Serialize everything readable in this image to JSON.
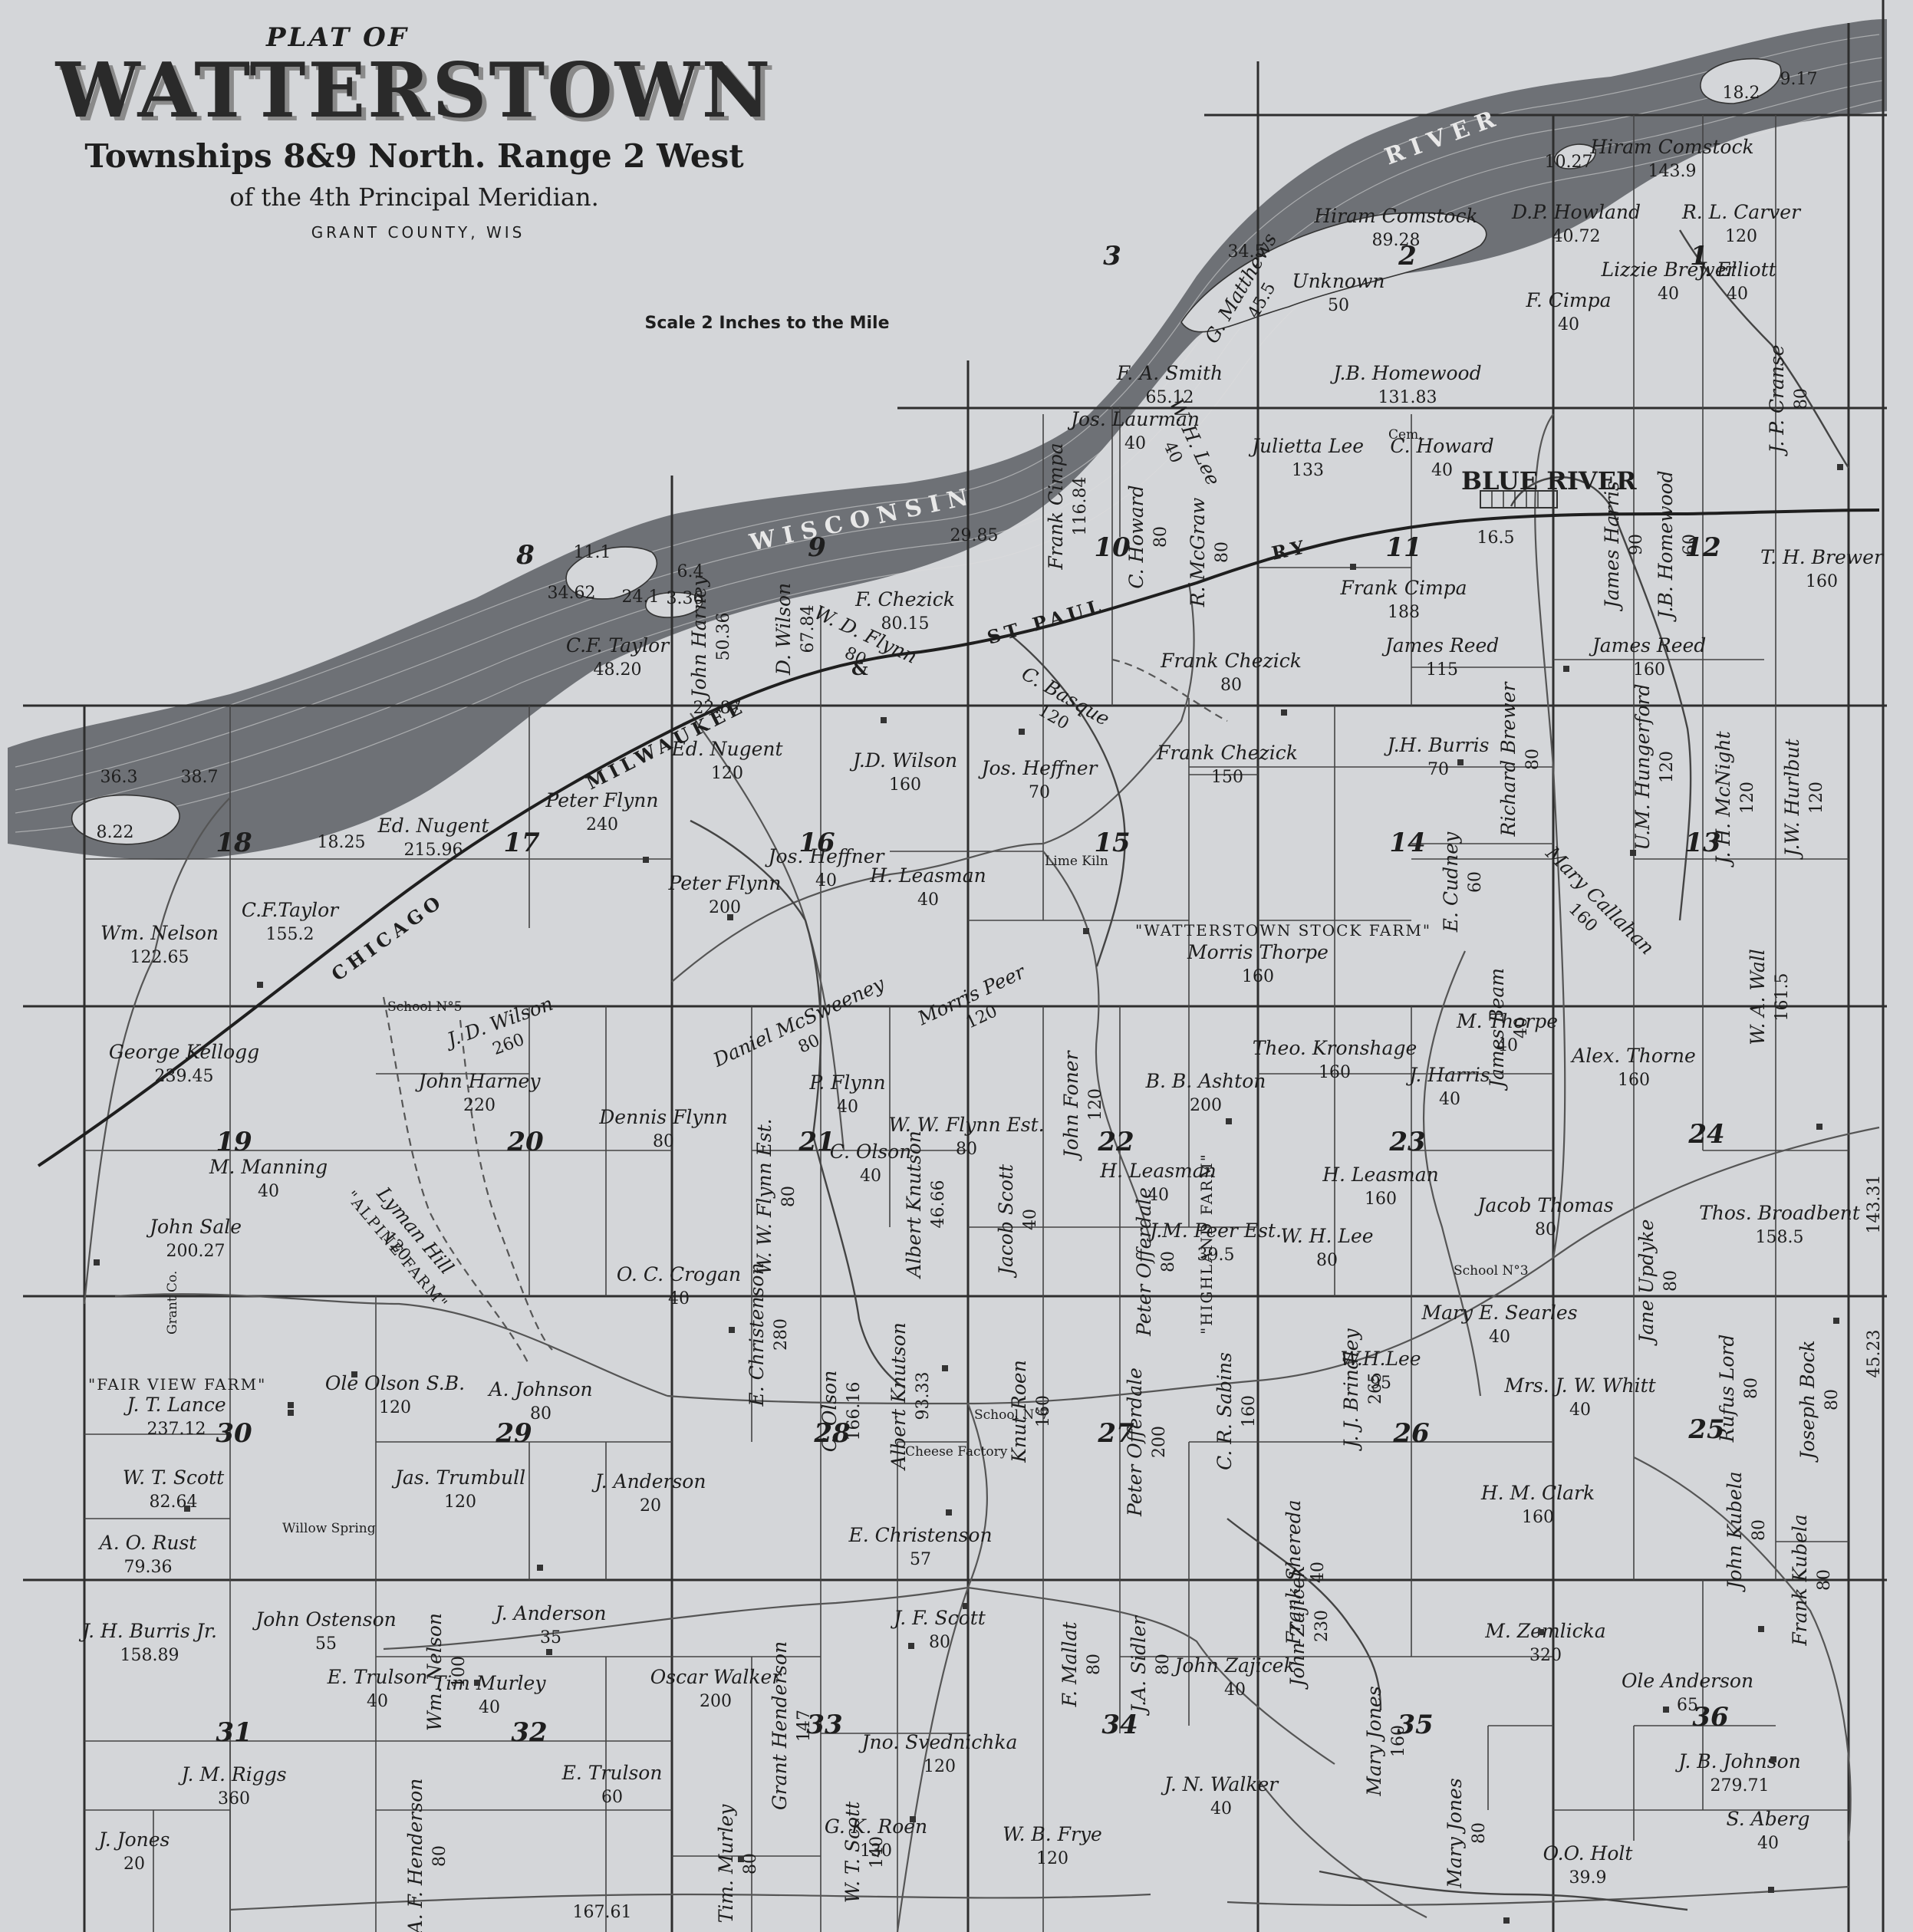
{
  "title": {
    "plat": "PLAT OF",
    "name": "WATTERSTOWN",
    "townships": "Townships 8&9 North. Range 2 West",
    "meridian": "of the 4th Principal Meridian.",
    "county": "GRANT COUNTY, WIS",
    "scale": "Scale 2 Inches to the Mile"
  },
  "features": {
    "river_word": "RIVER",
    "wisconsin_word": "WISCONSIN",
    "blue_river": "BLUE RIVER",
    "railroad_chicago": "CHICAGO",
    "railroad_milwaukee": "MILWAUKEE",
    "railroad_st_paul": "ST PAUL",
    "railroad_ry": "RY",
    "rail_and": "&",
    "watterstown_stock_farm": "\"WATTERSTOWN STOCK FARM\"",
    "alpine_farm": "\"ALPINE FARM\"",
    "highland_farm": "\"HIGHLAND FARM\"",
    "fair_view_farm": "\"FAIR VIEW FARM\"",
    "school_5": "School N°5",
    "school_3": "School N°3",
    "school_7": "School N°7",
    "cheese_factory": "Cheese Factory",
    "lime_kiln": "Lime Kiln",
    "willow_spring": "Willow Spring",
    "cem": "Cem.",
    "grant_co": "Grant Co."
  },
  "sections": [
    "1",
    "2",
    "3",
    "8",
    "9",
    "10",
    "11",
    "12",
    "13",
    "14",
    "15",
    "16",
    "17",
    "18",
    "19",
    "20",
    "21",
    "22",
    "23",
    "24",
    "25",
    "26",
    "27",
    "28",
    "29",
    "30",
    "31",
    "32",
    "33",
    "34",
    "35",
    "36"
  ],
  "parcels": [
    {
      "owner": "Hiram Comstock",
      "acres": "143.9"
    },
    {
      "owner": "R. L. Carver",
      "acres": "120"
    },
    {
      "owner": "J. Elliott",
      "acres": "40"
    },
    {
      "owner": "Lizzie Brewer",
      "acres": "40"
    },
    {
      "owner": "D.P. Howland",
      "acres": "40.72"
    },
    {
      "owner": "Hiram Comstock",
      "acres": "89.28"
    },
    {
      "owner": "G. Matthews",
      "acres": "45.5"
    },
    {
      "owner": "Unknown",
      "acres": "50"
    },
    {
      "owner": "F. Cimpa",
      "acres": "40"
    },
    {
      "owner": "J.B. Homewood",
      "acres": "131.83"
    },
    {
      "owner": "F. A. Smith",
      "acres": "65.12"
    },
    {
      "owner": "Jos. Laurman",
      "acres": "40"
    },
    {
      "owner": "W. H. Lee",
      "acres": "40"
    },
    {
      "owner": "Julietta Lee",
      "acres": "133"
    },
    {
      "owner": "C. Howard",
      "acres": "40"
    },
    {
      "owner": "Frank Cimpa",
      "acres": "116.84"
    },
    {
      "owner": "C. Howard",
      "acres": "80"
    },
    {
      "owner": "R. McGraw",
      "acres": "80"
    },
    {
      "owner": "Frank Cimpa",
      "acres": "188"
    },
    {
      "owner": "T. H. Brewer",
      "acres": "160"
    },
    {
      "owner": "J. P. Cranse",
      "acres": "80"
    },
    {
      "owner": "James Harris",
      "acres": "90"
    },
    {
      "owner": "J.B. Homewood",
      "acres": "60"
    },
    {
      "owner": "F. Chezick",
      "acres": "80.15"
    },
    {
      "owner": "D. Wilson",
      "acres": "67.84"
    },
    {
      "owner": "John Harney",
      "acres": "50.36"
    },
    {
      "owner": "C.F. Taylor",
      "acres": "48.20"
    },
    {
      "owner": "W. D. Flynn",
      "acres": "80"
    },
    {
      "owner": "C. Basque",
      "acres": "120"
    },
    {
      "owner": "Frank Chezick",
      "acres": "80"
    },
    {
      "owner": "James Reed",
      "acres": "115"
    },
    {
      "owner": "James Reed",
      "acres": "160"
    },
    {
      "owner": "Ed. Nugent",
      "acres": "120"
    },
    {
      "owner": "J.D. Wilson",
      "acres": "160"
    },
    {
      "owner": "Jos. Heffner",
      "acres": "70"
    },
    {
      "owner": "Frank Chezick",
      "acres": "150"
    },
    {
      "owner": "J.H. Burris",
      "acres": "70"
    },
    {
      "owner": "Richard Brewer",
      "acres": "80"
    },
    {
      "owner": "U.M. Hungerford",
      "acres": "120"
    },
    {
      "owner": "J. H. McNight",
      "acres": "120"
    },
    {
      "owner": "J.W. Hurlbut",
      "acres": "120"
    },
    {
      "owner": "Peter Flynn",
      "acres": "240"
    },
    {
      "owner": "Ed. Nugent",
      "acres": "215.96"
    },
    {
      "owner": "Jos. Heffner",
      "acres": "40"
    },
    {
      "owner": "H. Leasman",
      "acres": "40"
    },
    {
      "owner": "E. Cudney",
      "acres": "60"
    },
    {
      "owner": "Mary Callahan",
      "acres": "160"
    },
    {
      "owner": "Wm. Nelson",
      "acres": "122.65"
    },
    {
      "owner": "C.F.Taylor",
      "acres": "155.2"
    },
    {
      "owner": "Peter Flynn",
      "acres": "200"
    },
    {
      "owner": "Morris Thorpe",
      "acres": "160"
    },
    {
      "owner": "James Beam",
      "acres": "40"
    },
    {
      "owner": "W. A. Wall",
      "acres": "161.5"
    },
    {
      "owner": "J. D. Wilson",
      "acres": "260"
    },
    {
      "owner": "Daniel McSweeney",
      "acres": "80"
    },
    {
      "owner": "Morris Peer",
      "acres": "120"
    },
    {
      "owner": "George Kellogg",
      "acres": "239.45"
    },
    {
      "owner": "Theo. Kronshage",
      "acres": "160"
    },
    {
      "owner": "M. Thorpe",
      "acres": "40"
    },
    {
      "owner": "Alex. Thorne",
      "acres": "160"
    },
    {
      "owner": "B. B. Ashton",
      "acres": "200"
    },
    {
      "owner": "John Harney",
      "acres": "220"
    },
    {
      "owner": "Dennis Flynn",
      "acres": "80"
    },
    {
      "owner": "P. Flynn",
      "acres": "40"
    },
    {
      "owner": "W. W. Flynn Est.",
      "acres": "80"
    },
    {
      "owner": "John Foner",
      "acres": "120"
    },
    {
      "owner": "J. Harris",
      "acres": "40"
    },
    {
      "owner": "M. Manning",
      "acres": "40"
    },
    {
      "owner": "C. Olson",
      "acres": "40"
    },
    {
      "owner": "H. Leasman",
      "acres": "40"
    },
    {
      "owner": "H. Leasman",
      "acres": "160"
    },
    {
      "owner": "Jacob Thomas",
      "acres": "80"
    },
    {
      "owner": "Thos. Broadbent",
      "acres": "158.5"
    },
    {
      "owner": "John Sale",
      "acres": "200.27"
    },
    {
      "owner": "Lyman Hill",
      "acres": "120"
    },
    {
      "owner": "O. C. Crogan",
      "acres": "40"
    },
    {
      "owner": "W. W. Flynn Est.",
      "acres": "80"
    },
    {
      "owner": "Albert Knutson",
      "acres": "46.66"
    },
    {
      "owner": "Jacob Scott",
      "acres": "40"
    },
    {
      "owner": "Peter Offerdale",
      "acres": "80"
    },
    {
      "owner": "J.M. Peer Est.",
      "acres": "39.5"
    },
    {
      "owner": "W. H. Lee",
      "acres": "80"
    },
    {
      "owner": "Jane Updyke",
      "acres": "80"
    },
    {
      "owner": "J. T. Lance",
      "acres": "237.12"
    },
    {
      "owner": "Ole Olson S.B.",
      "acres": "120"
    },
    {
      "owner": "A. Johnson",
      "acres": "80"
    },
    {
      "owner": "E. Christenson",
      "acres": "280"
    },
    {
      "owner": "C. Olson",
      "acres": "166.16"
    },
    {
      "owner": "Albert Knutson",
      "acres": "93.33"
    },
    {
      "owner": "Knut Roen",
      "acres": "160"
    },
    {
      "owner": "Peter Offerdale",
      "acres": "200"
    },
    {
      "owner": "C. R. Sabins",
      "acres": "160"
    },
    {
      "owner": "J. J. Brindley",
      "acres": "265"
    },
    {
      "owner": "W.H.Lee",
      "acres": "95"
    },
    {
      "owner": "Mary E. Searles",
      "acres": "40"
    },
    {
      "owner": "Mrs. J. W. Whitt",
      "acres": "40"
    },
    {
      "owner": "Rufus Lord",
      "acres": "80"
    },
    {
      "owner": "Joseph Bock",
      "acres": "80"
    },
    {
      "owner": "W. T. Scott",
      "acres": "82.64"
    },
    {
      "owner": "Jas. Trumbull",
      "acres": "120"
    },
    {
      "owner": "J. Anderson",
      "acres": "20"
    },
    {
      "owner": "A. O. Rust",
      "acres": "79.36"
    },
    {
      "owner": "E. Christenson",
      "acres": "57"
    },
    {
      "owner": "Frank Shereda",
      "acres": "40"
    },
    {
      "owner": "H. M. Clark",
      "acres": "160"
    },
    {
      "owner": "John Kubela",
      "acres": "80"
    },
    {
      "owner": "Frank Kubela",
      "acres": "80"
    },
    {
      "owner": "J. H. Burris Jr.",
      "acres": "158.89"
    },
    {
      "owner": "John Ostenson",
      "acres": "55"
    },
    {
      "owner": "Wm. Nelson",
      "acres": "100"
    },
    {
      "owner": "J. Anderson",
      "acres": "35"
    },
    {
      "owner": "J. F. Scott",
      "acres": "80"
    },
    {
      "owner": "F. Mallat",
      "acres": "80"
    },
    {
      "owner": "J.A. Sidler",
      "acres": "80"
    },
    {
      "owner": "John Zajicek",
      "acres": "40"
    },
    {
      "owner": "John Zajicek",
      "acres": "230"
    },
    {
      "owner": "Mary Jones",
      "acres": "160"
    },
    {
      "owner": "M. Zemlicka",
      "acres": "320"
    },
    {
      "owner": "Ole Anderson",
      "acres": "65"
    },
    {
      "owner": "E. Trulson",
      "acres": "40"
    },
    {
      "owner": "Tim Murley",
      "acres": "40"
    },
    {
      "owner": "Oscar Walker",
      "acres": "200"
    },
    {
      "owner": "Grant Henderson",
      "acres": "147"
    },
    {
      "owner": "Jno. Svednichka",
      "acres": "120"
    },
    {
      "owner": "J. N. Walker",
      "acres": "40"
    },
    {
      "owner": "J. B. Johnson",
      "acres": "279.71"
    },
    {
      "owner": "J. M. Riggs",
      "acres": "360"
    },
    {
      "owner": "E. Trulson",
      "acres": "60"
    },
    {
      "owner": "A. F. Henderson",
      "acres": "80"
    },
    {
      "owner": "Tim. Murley",
      "acres": "80"
    },
    {
      "owner": "W. T. Scott",
      "acres": "140"
    },
    {
      "owner": "G. K. Roen",
      "acres": "130"
    },
    {
      "owner": "W. B. Frye",
      "acres": "120"
    },
    {
      "owner": "Mary Jones",
      "acres": "80"
    },
    {
      "owner": "O.O. Holt",
      "acres": "39.9"
    },
    {
      "owner": "S. Aberg",
      "acres": "40"
    },
    {
      "owner": "J. Jones",
      "acres": "20"
    }
  ],
  "extra_numbers": [
    "167.61",
    "143.31",
    "45.23",
    "18.2",
    "9.17",
    "36.3",
    "38.7",
    "8.22",
    "34.62",
    "24.1",
    "22.87",
    "29.85",
    "18.25",
    "11.1",
    "6.4",
    "3.36",
    "34.5",
    "10.27",
    "16.5"
  ]
}
